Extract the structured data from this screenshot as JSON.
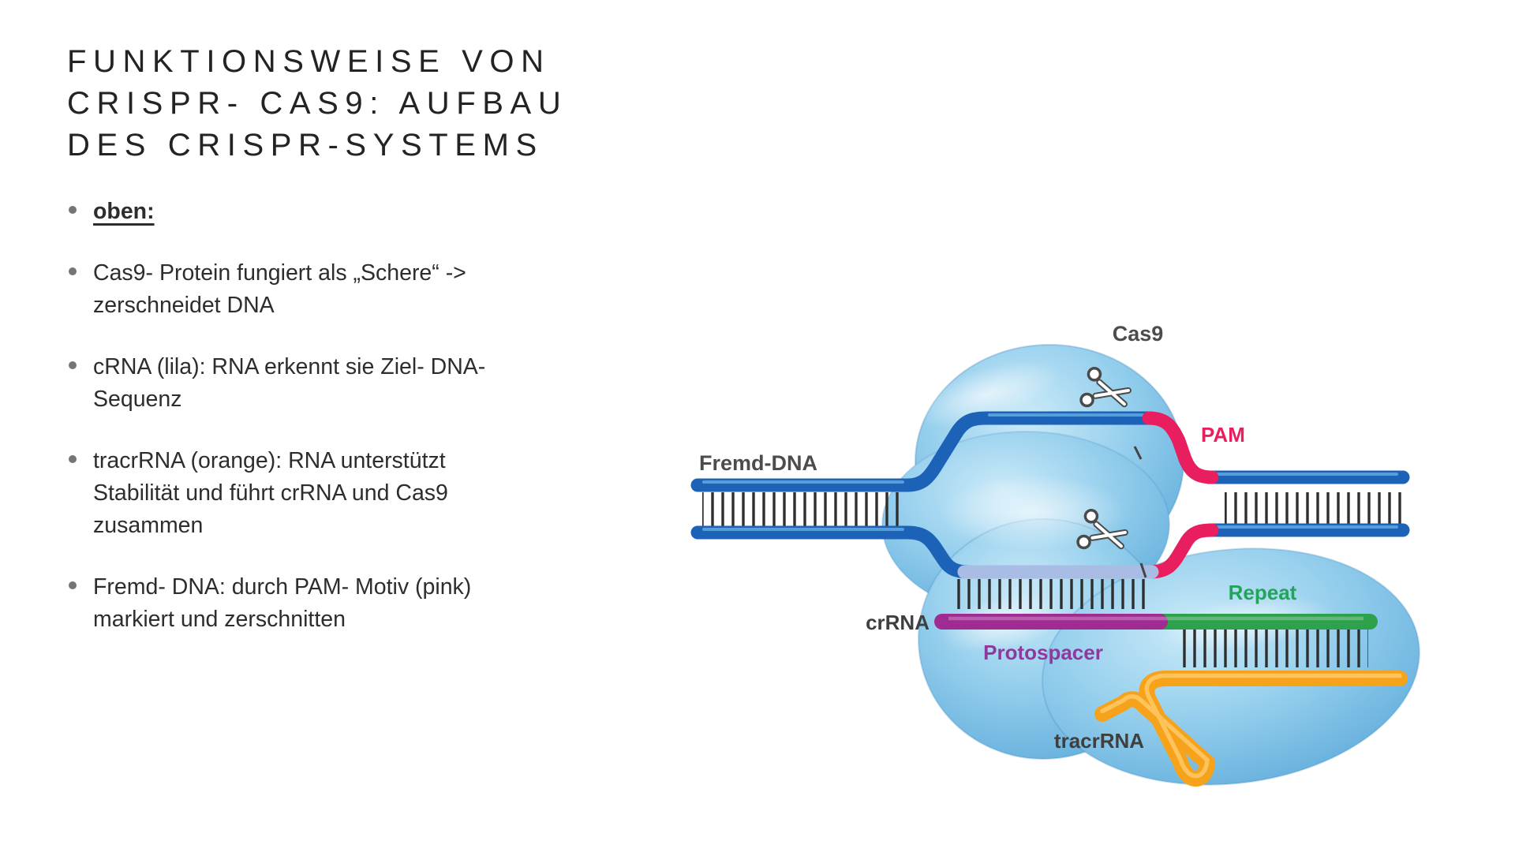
{
  "slide": {
    "title": {
      "lines": [
        "FUNKTIONSWEISE VON",
        "CRISPR- CAS9: AUFBAU",
        "DES CRISPR-SYSTEMS"
      ]
    },
    "bullets": [
      {
        "text": "oben:",
        "emphasis": true
      },
      {
        "text": "Cas9- Protein fungiert als „Schere“ -> zerschneidet DNA"
      },
      {
        "text": "cRNA (lila): RNA erkennt sie Ziel- DNA- Sequenz"
      },
      {
        "text": "tracrRNA (orange): RNA unterstützt Stabilität und führt crRNA und Cas9 zusammen"
      },
      {
        "text": "Fremd- DNA: durch PAM- Motiv (pink) markiert und zerschnitten"
      }
    ]
  },
  "diagram": {
    "labels": {
      "cas9": "Cas9",
      "pam": "PAM",
      "fremd_dna": "Fremd-DNA",
      "crrna": "crRNA",
      "protospacer": "Protospacer",
      "repeat": "Repeat",
      "tracrrna": "tracrRNA"
    },
    "colors": {
      "dna_blue": "#1C63B8",
      "pam_pink": "#E91E5E",
      "crrna_purple": "#A02B93",
      "repeat_green": "#2EA14C",
      "tracr_orange": "#F6A31B",
      "target_strand_lavender": "#A9BCE3",
      "protein_blue": "#7CC3E8",
      "label_gray": "#4C4C4C"
    }
  }
}
